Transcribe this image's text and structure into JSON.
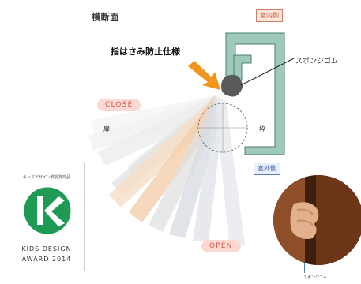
{
  "diagram": {
    "section_title": "横断面",
    "indoor_tag": "室内側",
    "outdoor_tag": "室外側",
    "callout": "指はさみ防止仕様",
    "sponge_label": "スポンジゴム",
    "frame_label": "枠",
    "door_label": "扉",
    "close_label": "CLOSE",
    "open_label": "OPEN",
    "colors": {
      "frame_green": "#9fc9b8",
      "frame_outline": "#4d7f6c",
      "arrow_orange": "#f0961c",
      "pill_pink": "#fbd8d2",
      "pill_text": "#d05a4d",
      "rubber": "#555555"
    }
  },
  "badge": {
    "top_text": "キッズデザイン賞受賞商品",
    "line1": "KIDS DESIGN",
    "line2": "AWARD 2014",
    "logo_color": "#1f9a55"
  },
  "photo": {
    "caption": "スポンジゴム"
  }
}
